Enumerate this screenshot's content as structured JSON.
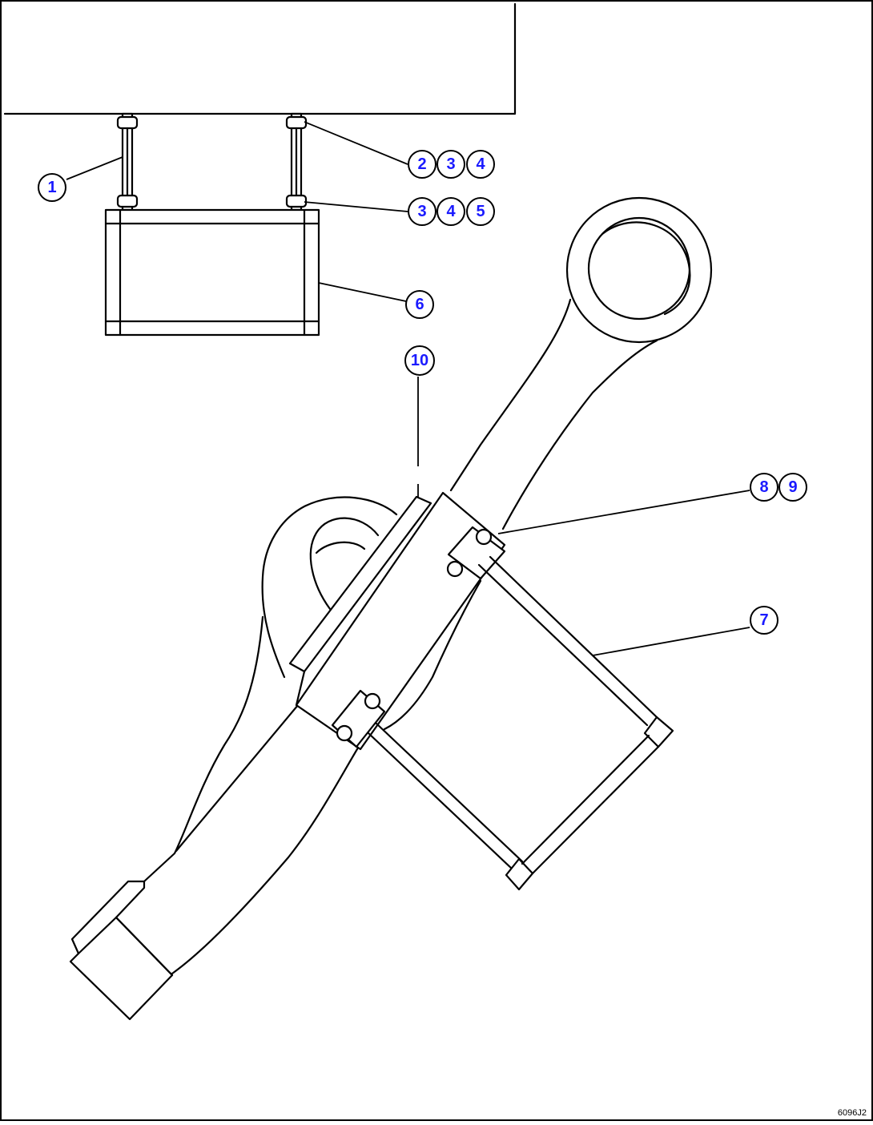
{
  "balloons": [
    {
      "id": "b1",
      "label": "1"
    },
    {
      "id": "b2",
      "label": "2"
    },
    {
      "id": "b3a",
      "label": "3"
    },
    {
      "id": "b4a",
      "label": "4"
    },
    {
      "id": "b3b",
      "label": "3"
    },
    {
      "id": "b4b",
      "label": "4"
    },
    {
      "id": "b5",
      "label": "5"
    },
    {
      "id": "b6",
      "label": "6"
    },
    {
      "id": "b10",
      "label": "10"
    },
    {
      "id": "b8",
      "label": "8"
    },
    {
      "id": "b9",
      "label": "9"
    },
    {
      "id": "b7",
      "label": "7"
    }
  ],
  "figure_number": "6096J2"
}
